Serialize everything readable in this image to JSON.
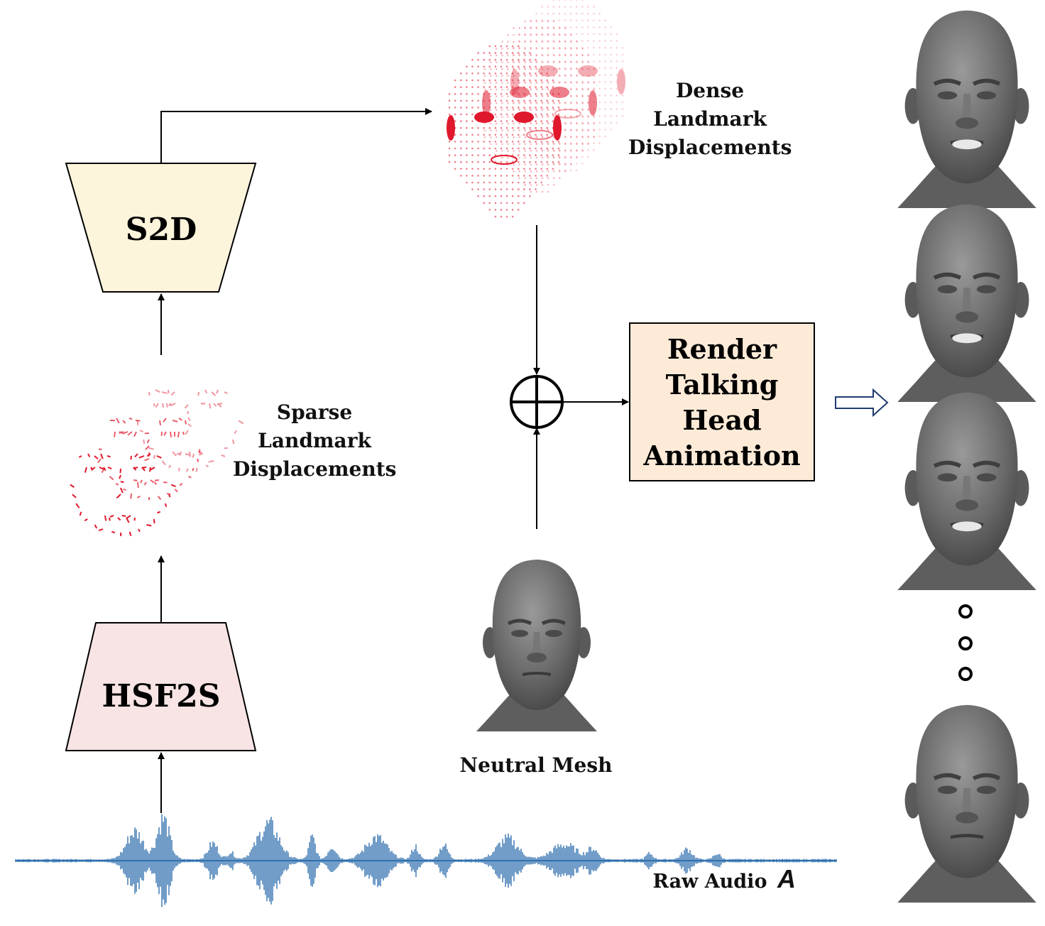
{
  "modules": {
    "s2d": "S2D",
    "hsf2s": "HSF2S"
  },
  "labels": {
    "dense": [
      "Dense",
      "Landmark",
      "Displacements"
    ],
    "sparse": [
      "Sparse",
      "Landmark",
      "Displacements"
    ],
    "neutral_mesh": "Neutral Mesh",
    "raw_audio": "Raw Audio",
    "audio_symbol": "A"
  },
  "render_box": [
    "Render",
    "Talking",
    "Head",
    "Animation"
  ],
  "icons": {
    "add": "circled-plus-icon",
    "output_arrow": "hollow-arrow-icon",
    "ellipsis": "vertical-dots-icon"
  },
  "colors": {
    "s2d_fill": "#fdf4dc",
    "hsf2s_fill": "#f8e4e4",
    "render_fill": "#fdebd8",
    "landmark": "#e0182c",
    "waveform": "#2f6fae",
    "head": "#6e6e6e",
    "output_arrow": "#1f3a6e"
  }
}
